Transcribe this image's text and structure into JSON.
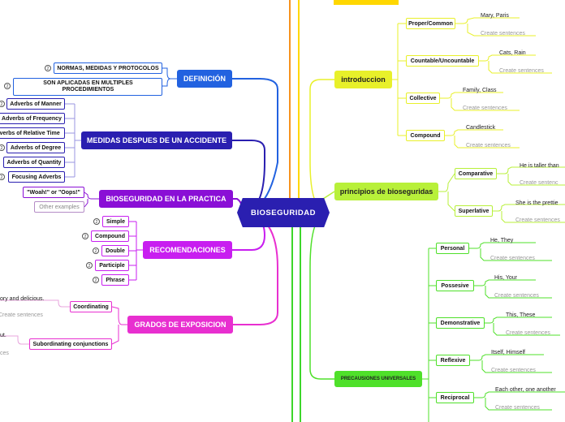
{
  "center": "BIOSEGURIDAD",
  "left": {
    "definicion": {
      "label": "DEFINICIÓN",
      "children": [
        "NORMAS, MEDIDAS Y PROTOCOLOS",
        "SON APLICADAS EN MULTIPLES PROCEDIMIENTOS"
      ]
    },
    "medidas": {
      "label": "MEDIDAS DESPUES DE UN ACCIDENTE",
      "children": [
        "Adverbs of Manner",
        "Adverbs of Frequency",
        "Adverbs of Relative Time",
        "Adverbs of Degree",
        "Adverbs of Quantity",
        "Focusing Adverbs"
      ]
    },
    "practica": {
      "label": "BIOSEGURIDAD EN LA PRACTICA",
      "children": [
        "\"Woah!\" or \"Oops!\"",
        "Other examples"
      ]
    },
    "recomendaciones": {
      "label": "RECOMENDACIONES",
      "children": [
        "Simple",
        "Compound",
        "Double",
        "Participle",
        "Phrase"
      ]
    },
    "grados": {
      "label": "GRADOS DE EXPOSICION",
      "children": [
        "Coordinating",
        "Subordinating conjunctions"
      ],
      "coord_text": "ory and delicious.",
      "coord_ghost": "Create sentences",
      "sub_text": "ut.",
      "sub_ghost": "ces"
    }
  },
  "right": {
    "introduccion": {
      "label": "introduccion",
      "children": [
        {
          "label": "Proper/Common",
          "example": "Mary, Paris",
          "ghost": "Create sentences"
        },
        {
          "label": "Countable/Uncountable",
          "example": "Cats, Rain",
          "ghost": "Create sentences"
        },
        {
          "label": "Collective",
          "example": "Family, Class",
          "ghost": "Create sentences"
        },
        {
          "label": "Compound",
          "example": "Candlestick",
          "ghost": "Create sentences"
        }
      ]
    },
    "principios": {
      "label": "principios de bioseguridas",
      "children": [
        {
          "label": "Comparative",
          "example": "He is taller than",
          "ghost": "Create sentenc"
        },
        {
          "label": "Superlative",
          "example": "She is the prettie",
          "ghost": "Create sentences"
        }
      ]
    },
    "precauciones": {
      "label": "PRECAUSIONES UNIVERSALES",
      "children": [
        {
          "label": "Personal",
          "example": "He, They",
          "ghost": "Create sentences"
        },
        {
          "label": "Possesive",
          "example": "His, Your",
          "ghost": "Create sentences"
        },
        {
          "label": "Demonstrative",
          "example": "This, These",
          "ghost": "Create sentences"
        },
        {
          "label": "Reflexive",
          "example": "Itself, Himself",
          "ghost": "Create sentences"
        },
        {
          "label": "Reciprocal",
          "example": "Each other, one another",
          "ghost": "Create sentences"
        }
      ]
    }
  },
  "badges": {
    "definicion": [
      "2",
      "2"
    ],
    "medidas": [
      "2",
      "2",
      "",
      "2",
      "",
      "2"
    ],
    "recomendaciones": [
      "2",
      "2",
      "2",
      "2",
      "2"
    ]
  },
  "colors": {
    "center": "#2a1fb0",
    "definicion": "#2262e0",
    "medidas": "#2a1fb0",
    "practica": "#8a0fd6",
    "recomendaciones": "#c81ef0",
    "grados": "#e82fd0",
    "introduccion": "#e8f02a",
    "principios": "#b8f03a",
    "precauciones": "#4fe02a",
    "orange": "#f7931e"
  }
}
